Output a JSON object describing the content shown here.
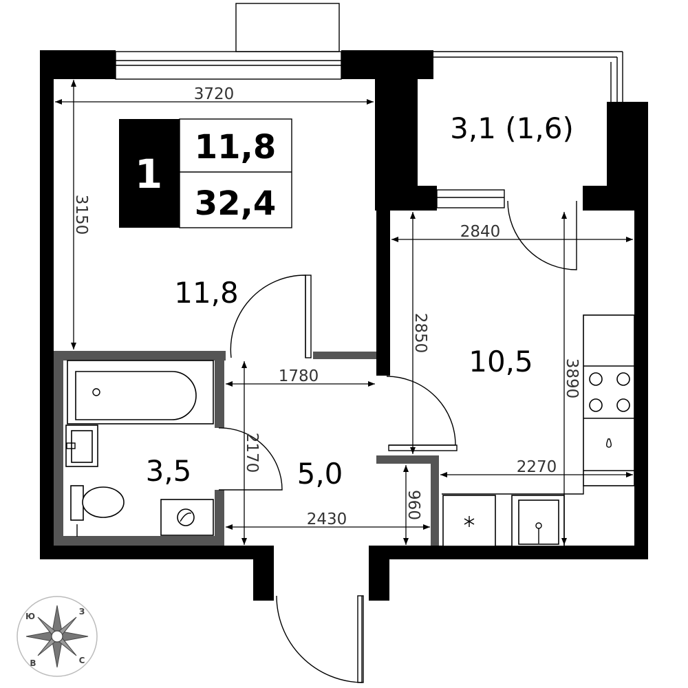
{
  "badge": {
    "rooms": "1",
    "living_area": "11,8",
    "total_area": "32,4"
  },
  "rooms": {
    "living": "11,8",
    "kitchen": "10,5",
    "balcony": "3,1 (1,6)",
    "bathroom": "3,5",
    "hall": "5,0"
  },
  "dimensions": {
    "living_width": "3720",
    "living_depth": "3150",
    "kitchen_width": "2840",
    "kitchen_depth": "2850",
    "kitchen_length": "3890",
    "kitchen_counter": "2270",
    "hall_width": "1780",
    "hall_depth": "2170",
    "entry_width": "2430",
    "niche_depth": "960"
  },
  "compass": {
    "north": "Ю",
    "east": "З",
    "south": "С",
    "west": "В"
  },
  "icons": [
    "bathtub-icon",
    "sink-icon",
    "toilet-icon",
    "washing-machine-icon",
    "stove-icon",
    "fridge-icon",
    "kitchen-sink-icon",
    "compass-rose-icon"
  ]
}
